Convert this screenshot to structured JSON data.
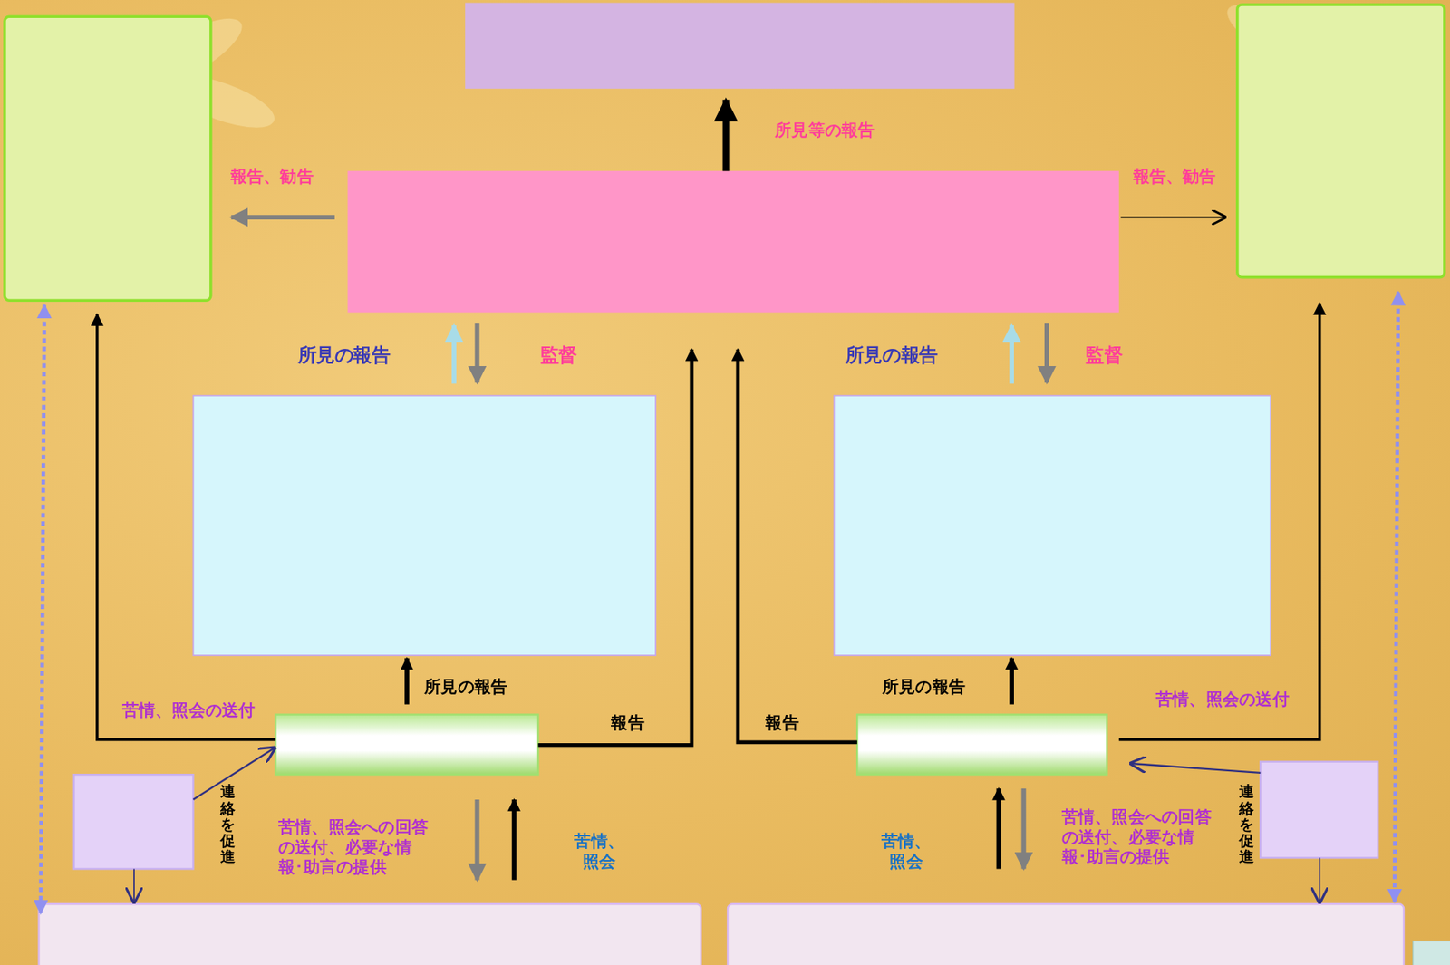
{
  "diagram": {
    "labels": [
      "所見等の報告",
      "報告、勧告",
      "報告、勧告",
      "所見の報告",
      "監督",
      "所見の報告",
      "監督",
      "所見の報告",
      "所見の報告",
      "苦情、照会の送付",
      "報告",
      "報告",
      "苦情、照会の送付",
      "連絡を促進",
      "苦情、照会への回答の送付、必要な情報･助言の提供",
      "苦情、 照会",
      "苦情、 照会",
      "苦情、照会への回答の送付、必要な情報･助言の提供",
      "連絡を促進"
    ]
  }
}
